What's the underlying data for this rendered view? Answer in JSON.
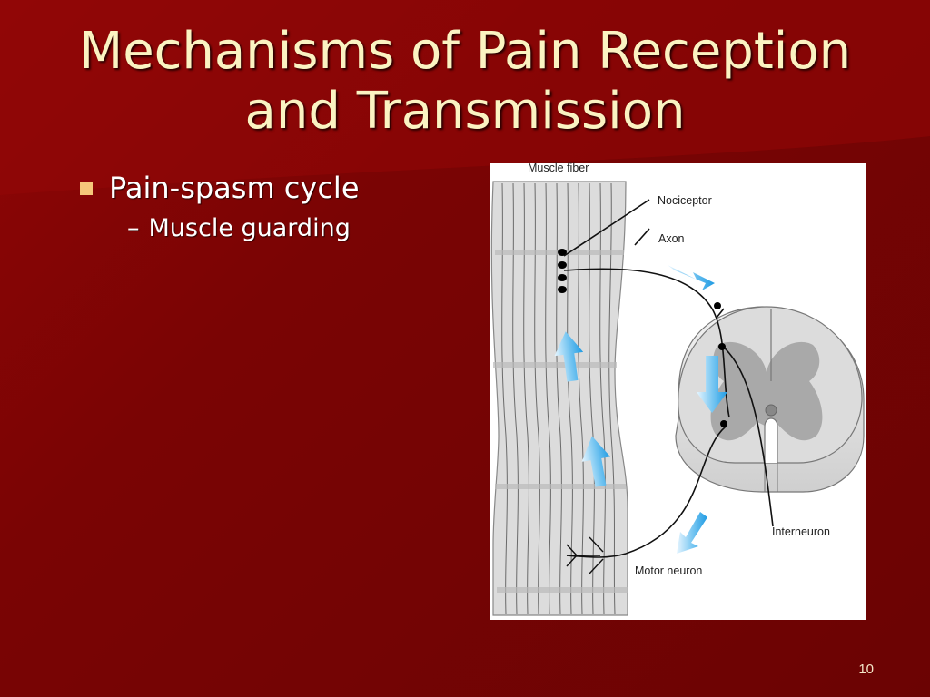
{
  "slide": {
    "title_line1": "Mechanisms of Pain Reception",
    "title_line2": "and Transmission",
    "bullet": "Pain-spasm cycle",
    "sub_bullet": "Muscle guarding",
    "sub_dash": "–",
    "page_number": "10"
  },
  "figure": {
    "labels": {
      "muscle_fiber": "Muscle fiber",
      "nociceptor": "Nociceptor",
      "axon": "Axon",
      "interneuron": "Interneuron",
      "motor_neuron": "Motor neuron"
    }
  },
  "colors": {
    "background": "#7a0404",
    "title": "#fbf3c2",
    "bullet_square": "#f5c77a",
    "arrow": "#29a3e8"
  }
}
